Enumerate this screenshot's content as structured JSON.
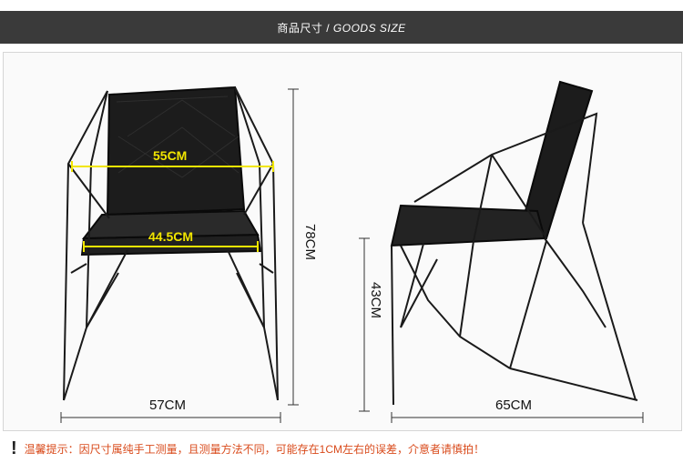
{
  "header": {
    "title_cn": "商品尺寸",
    "title_sep": " / ",
    "title_en": "GOODS SIZE"
  },
  "dimensions": {
    "back_width": "55CM",
    "seat_width": "44.5CM",
    "total_height": "78CM",
    "seat_height": "43CM",
    "front_width": "57CM",
    "side_depth": "65CM"
  },
  "footer": {
    "warning_icon": "!",
    "note": "温馨提示：因尺寸属纯手工测量，且测量方法不同，可能存在1CM左右的误差，介意者请慎拍！"
  },
  "colors": {
    "header_bg": "#3a3a3a",
    "accent_yellow": "#f2e600",
    "note_orange": "#d94b1c"
  }
}
